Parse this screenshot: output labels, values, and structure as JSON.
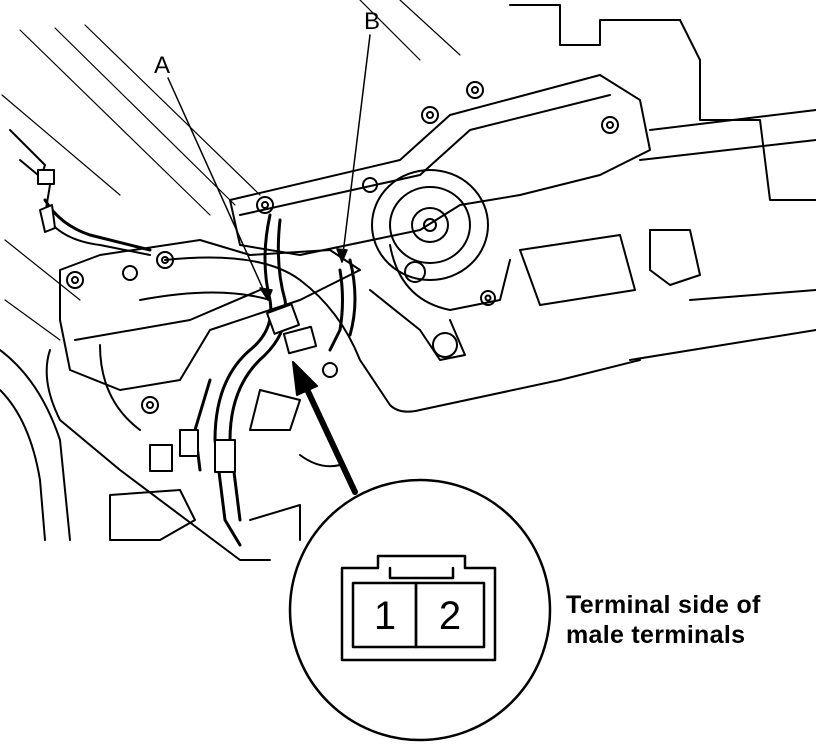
{
  "callouts": {
    "a": "A",
    "b": "B"
  },
  "connector": {
    "pins": [
      "1",
      "2"
    ]
  },
  "caption": {
    "line1": "Terminal side of",
    "line2": "male terminals"
  }
}
